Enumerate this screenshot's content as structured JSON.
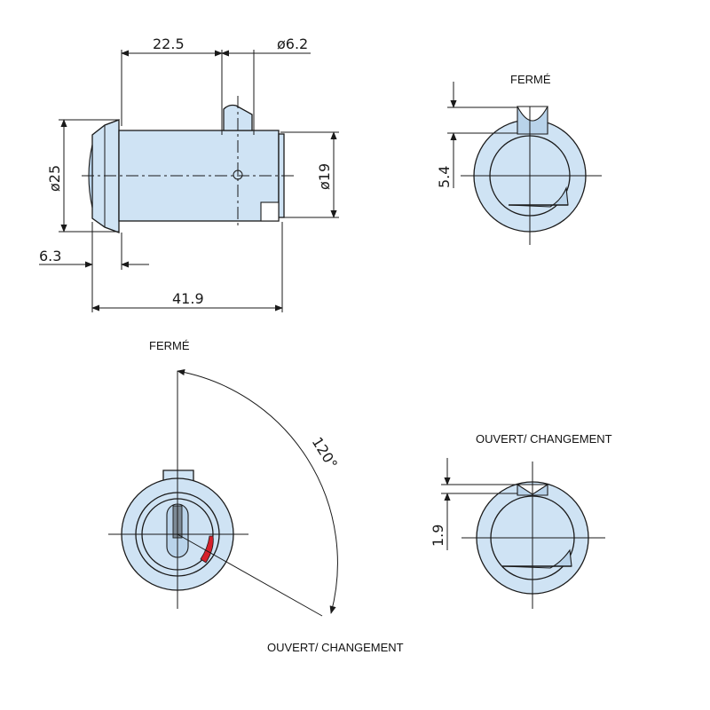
{
  "colors": {
    "body": "#cfe3f4",
    "mark": "#d6202a",
    "line": "#1a1a1a"
  },
  "dims": {
    "len_22_5": "22.5",
    "dia_6_2": "ø6.2",
    "dia_25": "ø25",
    "dia_19": "ø19",
    "len_6_3": "6.3",
    "len_41_9": "41.9",
    "len_5_4": "5.4",
    "len_1_9": "1.9",
    "angle_120": "120°"
  },
  "labels": {
    "ferme_top": "FERMÉ",
    "ferme_front": "FERMÉ",
    "ouvert_side": "OUVERT/ CHANGEMENT",
    "ouvert_bottom": "OUVERT/ CHANGEMENT"
  }
}
